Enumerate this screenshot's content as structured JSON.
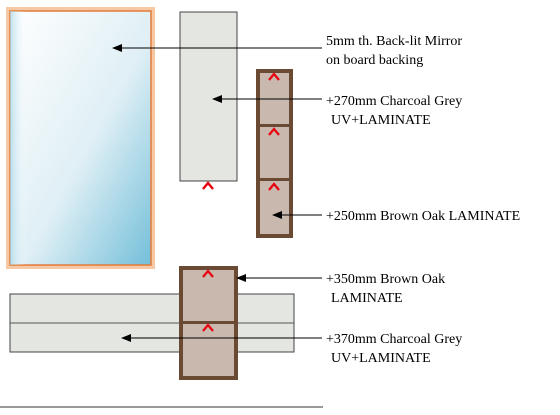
{
  "colors": {
    "mirror_fill_light": "#ffffff",
    "mirror_fill_dark": "#7ec4dc",
    "mirror_border": "#e8813f",
    "charcoal_panel": "#e4e6e2",
    "brown_oak_panel": "#c9b8ae",
    "brown_oak_frame": "#6b4a34",
    "marker_red": "#e8000e"
  },
  "labels": {
    "mirror_line1": "5mm th. Back-lit Mirror",
    "mirror_line2": "on board backing",
    "charcoal_270_line1": "+270mm Charcoal Grey",
    "charcoal_270_line2": "UV+LAMINATE",
    "brown_250": "+250mm Brown Oak LAMINATE",
    "brown_350_line1": "+350mm Brown Oak",
    "brown_350_line2": "LAMINATE",
    "charcoal_370_line1": "+370mm Charcoal Grey",
    "charcoal_370_line2": "UV+LAMINATE"
  }
}
